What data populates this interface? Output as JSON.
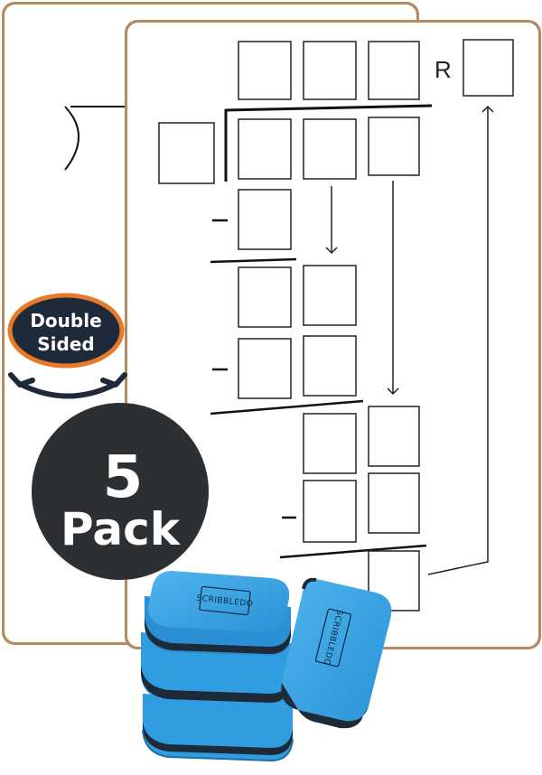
{
  "badges": {
    "double_sided_line1": "Double",
    "double_sided_line2": "Sided",
    "pack_number": "5",
    "pack_word": "Pack"
  },
  "board": {
    "remainder_label": "R"
  },
  "erasers": {
    "brand": "SCRIBBLEDO"
  },
  "colors": {
    "badge_dark": "#2d3033",
    "badge_navy": "#1e2a3a",
    "badge_orange": "#e77a2a",
    "eraser_blue": "#2f9de0",
    "eraser_dark": "#1d2a38",
    "board_edge": "#b48a5e"
  }
}
